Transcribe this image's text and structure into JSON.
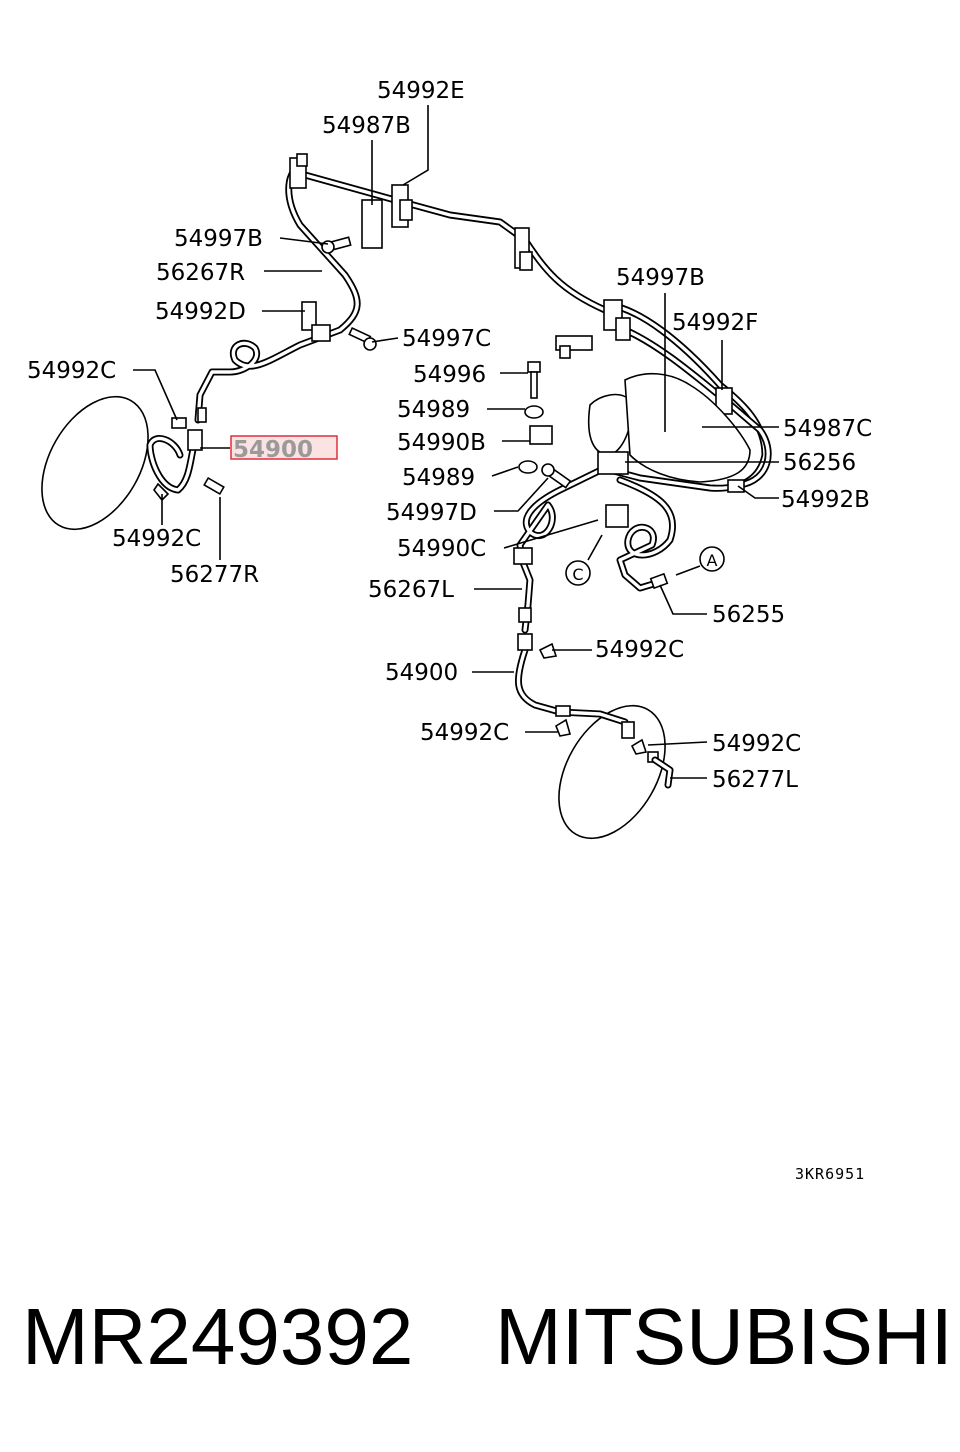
{
  "labels": {
    "l_54992E": "54992E",
    "l_54987B": "54987B",
    "l_54997B_left": "54997B",
    "l_56267R": "56267R",
    "l_54992D": "54992D",
    "l_54997C": "54997C",
    "l_54992C_topleft": "54992C",
    "l_54900_highlight": "54900",
    "l_54992C_left": "54992C",
    "l_56277R": "56277R",
    "l_54996": "54996",
    "l_54989_upper": "54989",
    "l_54990B": "54990B",
    "l_54989_lower": "54989",
    "l_54997D": "54997D",
    "l_54990C": "54990C",
    "l_56267L": "56267L",
    "l_54997B_right": "54997B",
    "l_54992F": "54992F",
    "l_54987C": "54987C",
    "l_56256": "56256",
    "l_54992B": "54992B",
    "l_56255": "56255",
    "l_54992C_mid": "54992C",
    "l_54900_lower": "54900",
    "l_54992C_lowleft": "54992C",
    "l_54992C_lowright": "54992C",
    "l_56277L": "56277L"
  },
  "callouts": {
    "c": "C",
    "a": "A"
  },
  "drawing_code": "3KR6951",
  "footer": {
    "part_number": "MR249392",
    "brand": "MITSUBISHI"
  },
  "colors": {
    "highlight_border": "#e0303a",
    "highlight_fill": "#fbe3e3",
    "highlight_text": "#9a9a9a"
  }
}
